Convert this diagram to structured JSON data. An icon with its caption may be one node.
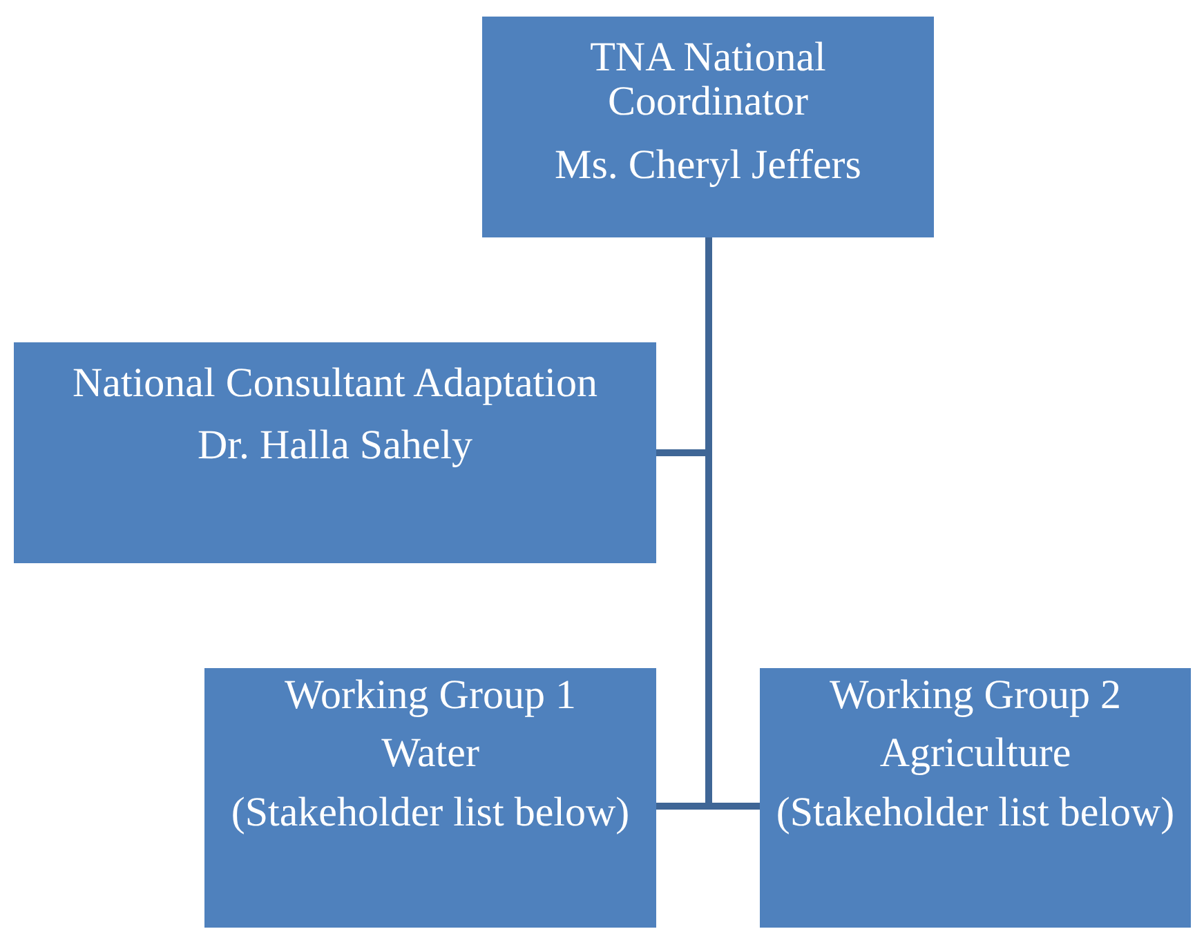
{
  "diagram": {
    "nodes": [
      {
        "text": [
          "TNA National Coordinator",
          "Ms. Cheryl Jeffers"
        ]
      },
      {
        "text": [
          "National Consultant Adaptation",
          "Dr. Halla Sahely"
        ]
      },
      {
        "text": [
          "Working Group 1",
          "Water",
          "(Stakeholder list below)"
        ]
      },
      {
        "text": [
          "Working Group 2",
          "Agriculture",
          "(Stakeholder list below)"
        ]
      }
    ],
    "edges": [
      {
        "from": 0,
        "to": 1,
        "arrow": "none"
      },
      {
        "from": 0,
        "to": 2,
        "arrow": "none"
      },
      {
        "from": 0,
        "to": 3,
        "arrow": "none"
      }
    ]
  }
}
